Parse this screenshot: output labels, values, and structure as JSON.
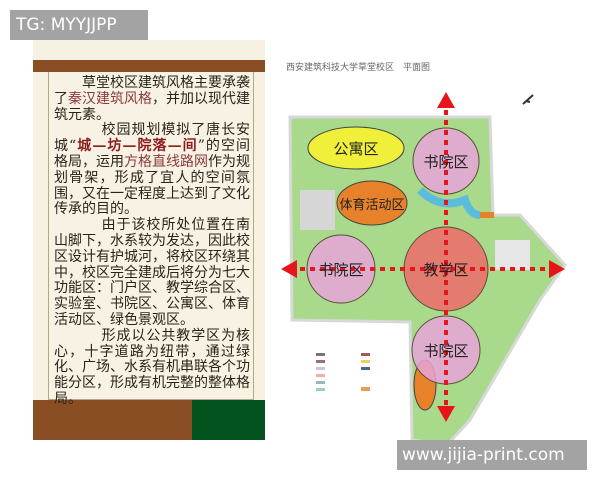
{
  "watermarks": {
    "top_left": "TG: MYYJJPP",
    "bottom_right": "www.jijia-print.com"
  },
  "slide": {
    "colors": {
      "brown": "#8a4e24",
      "green": "#03531f",
      "highlight": "#8b3b3b"
    },
    "p1": {
      "a": "草堂校区建筑风格主要承袭了",
      "hl": "秦汉建筑风格",
      "b": "，并加以现代建筑元素。"
    },
    "p2": {
      "a": "校园规划模拟了唐长安城“",
      "hl": "城—坊—院落—间",
      "b": "”的空间格局，运用",
      "hl2": "方格直线路网",
      "c": "作为规划骨架，形成了宜人的空间氛围，又在一定程度上达到了文化传承的目的。"
    },
    "p3": "由于该校所处位置在南山脚下，水系较为发达，因此校区设计有护城河，将校区环绕其中，校区完全建成后将分为七大功能区：门户区、教学综合区、实验室、书院区、公寓区、体育活动区、绿色景观区。",
    "p4": "形成以公共教学区为核心，十字道路为纽带，通过绿化、广场、水系有机串联各个功能分区，形成有机完整的整体格局。"
  },
  "map": {
    "title": "西安建筑科技大学草堂校区　平面图",
    "zones": {
      "apartment": "公寓区",
      "sports": "体育活动区",
      "academy_top": "书院区",
      "academy_left": "书院区",
      "teaching": "教学区",
      "academy_bottom": "书院区"
    },
    "colors": {
      "apartment": "#f0f03a",
      "sports": "#e8822a",
      "academy": "#e7a3d8",
      "teaching": "#ee6a6a",
      "campus": "#a9d98a",
      "arrow": "#e8141b"
    }
  }
}
